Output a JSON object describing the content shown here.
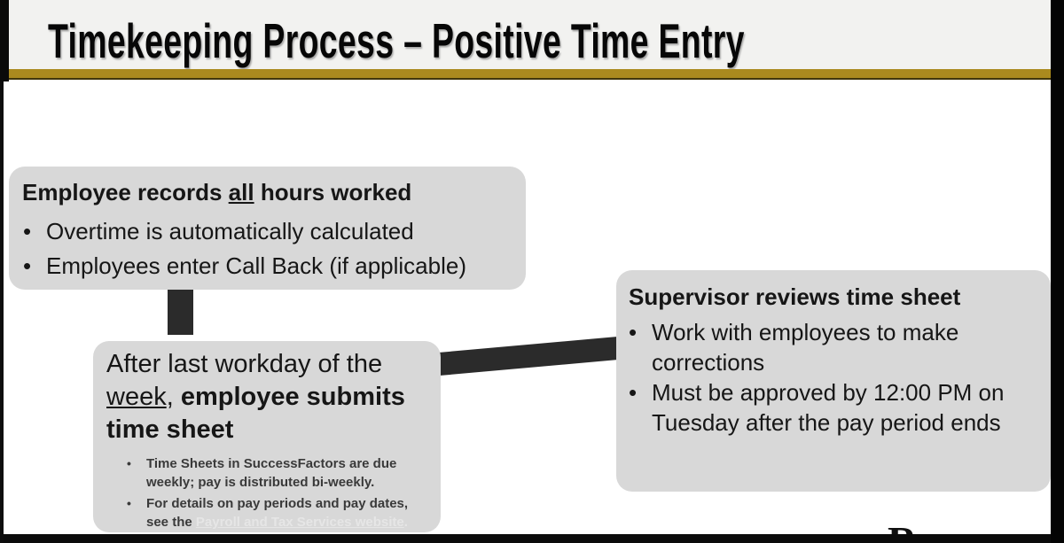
{
  "slide": {
    "title": "Timekeeping Process – Positive Time Entry"
  },
  "glyphs": {
    "bullet": "•"
  },
  "colors": {
    "accent_gold": "#aa8a1e",
    "box_fill": "#d8d8d8",
    "connector": "#2b2b2b",
    "header_bg": "#f2f2f0",
    "link_light": "#e6e6e6"
  },
  "boxes": {
    "employee_records": {
      "heading_pre": "Employee records",
      "heading_underline": "all",
      "heading_post": "hours worked",
      "bullets": [
        "Overtime is automatically calculated",
        "Employees enter Call Back (if applicable)"
      ]
    },
    "employee_submits": {
      "heading_line1": "After last workday of the",
      "heading_underline": "week",
      "heading_comma": ", ",
      "heading_bold_line2": "employee submits",
      "heading_bold_line3": "time sheet",
      "sub_bullets": [
        {
          "line1": "Time Sheets in SuccessFactors are due",
          "line2": "weekly; pay is distributed bi-weekly."
        },
        {
          "line1": "For details on pay periods and pay dates,",
          "line2_pre": "see the ",
          "link_text": "Payroll and Tax Services website",
          "line2_post": "."
        }
      ]
    },
    "supervisor_reviews": {
      "heading": "Supervisor reviews time sheet",
      "bullets": [
        "Work with employees to make corrections",
        "Must be approved by 12:00 PM on Tuesday after the pay period ends"
      ]
    }
  },
  "footer": {
    "logo_partial": "R"
  }
}
